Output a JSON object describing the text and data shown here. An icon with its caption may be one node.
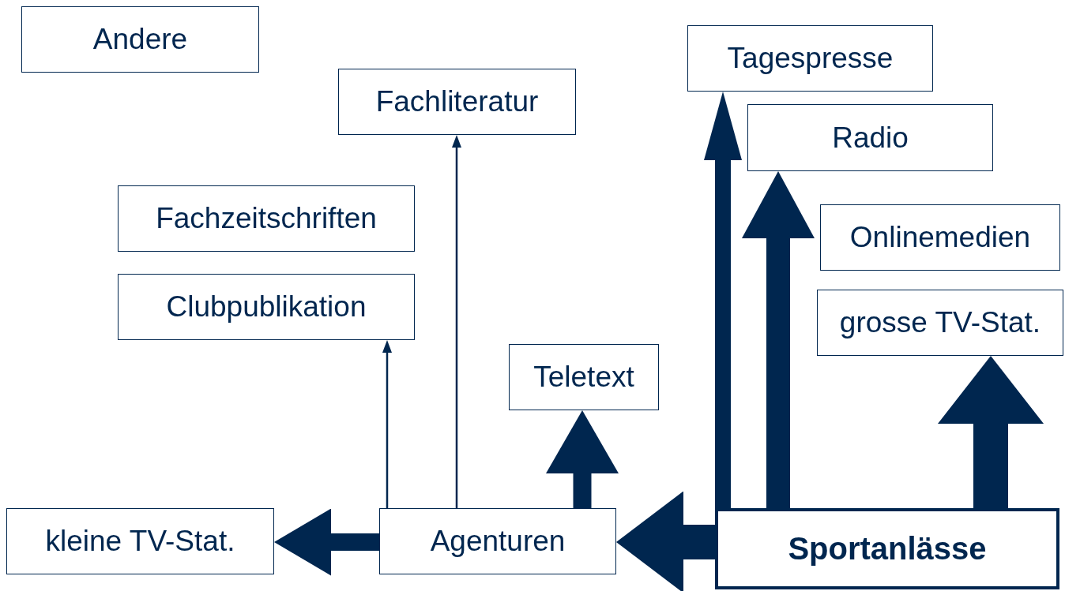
{
  "diagram": {
    "nodes": [
      {
        "text": [
          "Andere"
        ]
      },
      {
        "text": [
          "Fachliteratur"
        ]
      },
      {
        "text": [
          "Tagespresse"
        ]
      },
      {
        "text": [
          "Radio"
        ]
      },
      {
        "text": [
          "Fachzeitschriften"
        ]
      },
      {
        "text": [
          "Onlinemedien"
        ]
      },
      {
        "text": [
          "Clubpublikation"
        ]
      },
      {
        "text": [
          "grosse TV-Stat."
        ]
      },
      {
        "text": [
          "Teletext"
        ]
      },
      {
        "text": [
          "kleine TV-Stat."
        ]
      },
      {
        "text": [
          "Agenturen"
        ]
      },
      {
        "text": [
          "Sportanlässe"
        ]
      }
    ],
    "edges": [
      {
        "from": 10,
        "to": 9,
        "arrow": "to"
      },
      {
        "from": 10,
        "to": 6,
        "arrow": "to"
      },
      {
        "from": 10,
        "to": 1,
        "arrow": "to"
      },
      {
        "from": 10,
        "to": 8,
        "arrow": "to"
      },
      {
        "from": 11,
        "to": 10,
        "arrow": "to",
        "style": "thick"
      },
      {
        "from": 11,
        "to": 2,
        "arrow": "to"
      },
      {
        "from": 11,
        "to": 3,
        "arrow": "to"
      },
      {
        "from": 11,
        "to": 7,
        "arrow": "to",
        "style": "thick"
      }
    ]
  }
}
